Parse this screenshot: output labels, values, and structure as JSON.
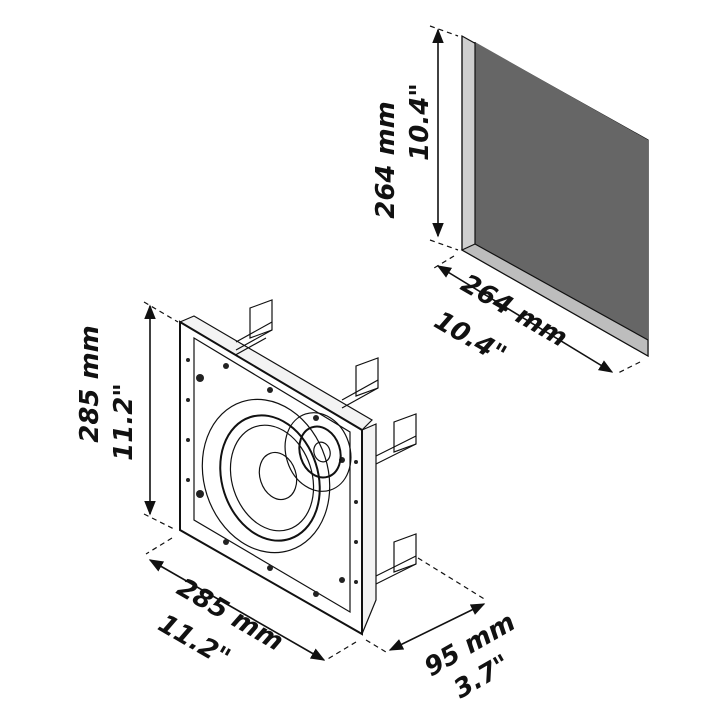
{
  "colors": {
    "cutout_fill": "#666666",
    "cutout_edge": "#bdbdbd",
    "outline": "#111111",
    "speaker_face": "#ffffff"
  },
  "cutout": {
    "height": {
      "mm": "264 mm",
      "inch": "10.4\""
    },
    "width": {
      "mm": "264 mm",
      "inch": "10.4\""
    }
  },
  "speaker": {
    "height": {
      "mm": "285 mm",
      "inch": "11.2\""
    },
    "width": {
      "mm": "285 mm",
      "inch": "11.2\""
    },
    "depth": {
      "mm": "95 mm",
      "inch": "3.7\""
    }
  },
  "icons": {
    "woofer": "woofer-icon",
    "tweeter": "tweeter-icon",
    "mounting_clip": "mounting-clip-icon"
  }
}
